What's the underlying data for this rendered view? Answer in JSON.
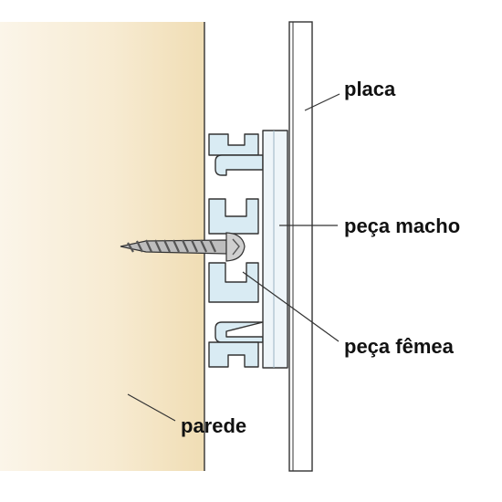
{
  "labels": {
    "placa": "placa",
    "peca_macho": "peça macho",
    "peca_femea": "peça fêmea",
    "parede": "parede"
  },
  "colors": {
    "wall_light": "#fbf5e9",
    "wall_dark": "#f1deb7",
    "female_piece": "#d9ebf3",
    "male_piece": "#eef5f9",
    "outline": "#333333",
    "screw": "#9a9a9a"
  }
}
